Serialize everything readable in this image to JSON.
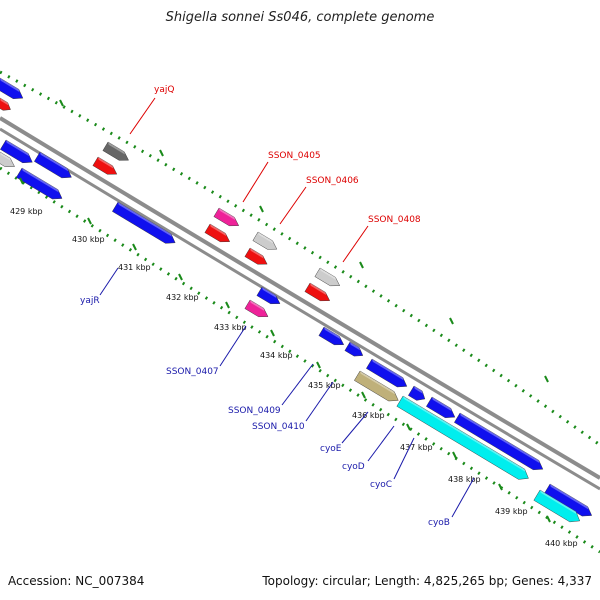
{
  "title": "Shigella sonnei Ss046, complete genome",
  "footer": {
    "accession": "Accession: NC_007384",
    "info": "Topology: circular; Length: 4,825,265 bp; Genes: 4,337"
  },
  "colors": {
    "backbone": "#8c8c8c",
    "tick_green": "#1a8a1a",
    "label_red": "#dd0000",
    "label_blue": "#1a1aaa",
    "gene_blue": "#1010ee",
    "gene_red": "#ee1010",
    "gene_gray": "#cccccc",
    "gene_dark": "#666666",
    "gene_pink": "#ee2299",
    "gene_cyan": "#00eeee",
    "gene_khaki": "#bfb07a"
  },
  "kbp_labels": [
    "429 kbp",
    "430 kbp",
    "431 kbp",
    "432 kbp",
    "433 kbp",
    "434 kbp",
    "435 kbp",
    "436 kbp",
    "437 kbp",
    "438 kbp",
    "439 kbp",
    "440 kbp"
  ],
  "gene_labels_top": [
    "yajQ",
    "SSON_0405",
    "SSON_0406",
    "SSON_0408"
  ],
  "gene_labels_bottom": [
    "yajR",
    "SSON_0407",
    "SSON_0409",
    "SSON_0410",
    "cyoE",
    "cyoD",
    "cyoC",
    "cyoB"
  ]
}
